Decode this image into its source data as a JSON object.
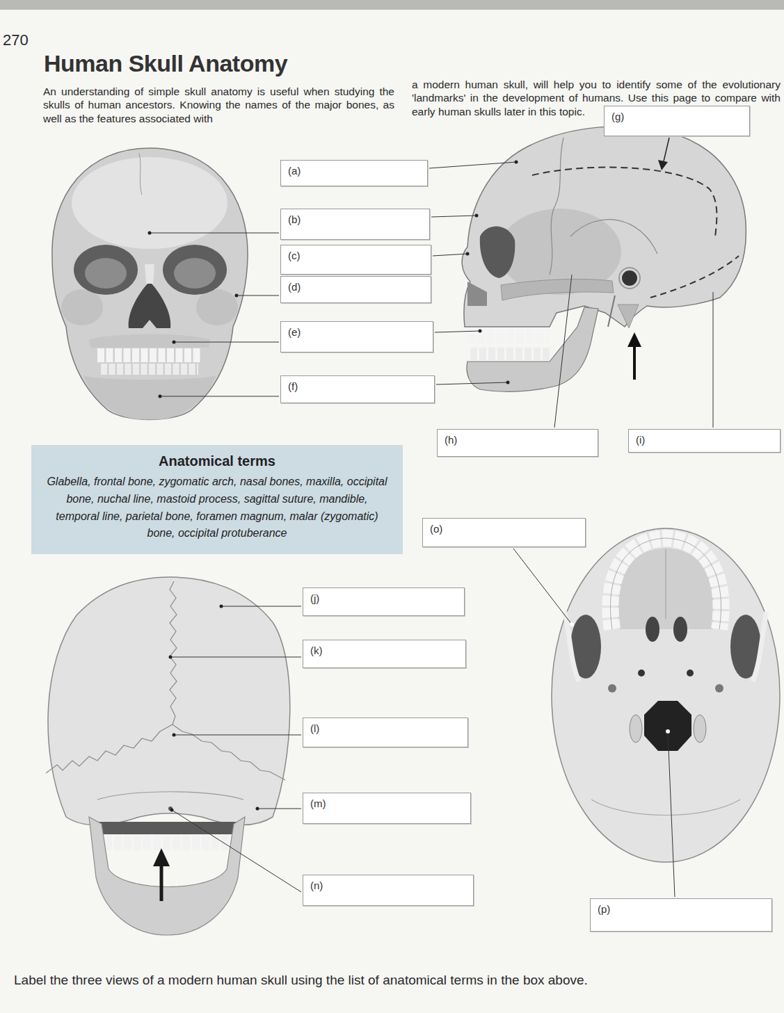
{
  "diagram": {
    "title": "Human Skull Anatomy",
    "nodes": [
      {
        "text": [
          "(g)"
        ]
      },
      {
        "text": [
          "(a)"
        ]
      },
      {
        "text": [
          "(b)"
        ]
      },
      {
        "text": [
          "(c)"
        ]
      },
      {
        "text": [
          "(d)"
        ]
      },
      {
        "text": [
          "(e)"
        ]
      },
      {
        "text": [
          "(f)"
        ]
      },
      {
        "text": [
          "(h)"
        ]
      },
      {
        "text": [
          "(i)"
        ]
      },
      {
        "text": [
          "Anatomical terms",
          "Glabella, frontal bone, zygomatic arch, nasal bones, maxilla, occipital bone, nuchal line, mastoid process, sagittal suture, mandible, temporal line, parietal bone, foramen magnum, malar (zygomatic) bone, occipital protuberance"
        ]
      },
      {
        "text": [
          "(o)"
        ]
      },
      {
        "text": [
          "(j)"
        ]
      },
      {
        "text": [
          "(k)"
        ]
      },
      {
        "text": [
          "(l)"
        ]
      },
      {
        "text": [
          "(m)"
        ]
      },
      {
        "text": [
          "(n)"
        ]
      },
      {
        "text": [
          "(p)"
        ]
      }
    ],
    "labels": [
      "270",
      "An understanding of simple skull anatomy is useful when studying the skulls of human ancestors. Knowing the names of the major bones, as well as the features associated with",
      "a modern human skull, will help you to identify some of the evolutionary 'landmarks' in the development of humans. Use this page to compare with early human skulls later in this topic.",
      "Label the three views of a modern human skull using the list of anatomical terms in the box above."
    ]
  }
}
